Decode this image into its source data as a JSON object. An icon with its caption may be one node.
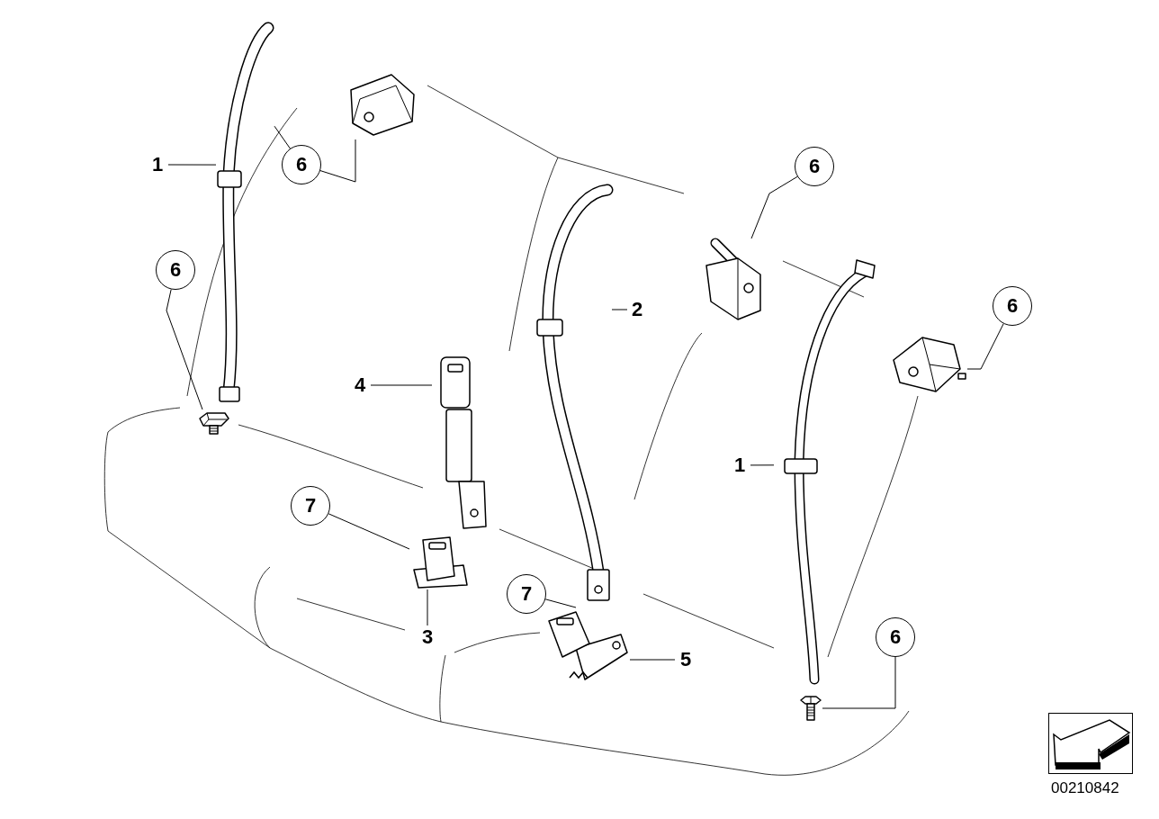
{
  "diagram": {
    "nodes": [
      {
        "text": [
          "1"
        ]
      },
      {
        "text": [],
        "shape": "picture"
      },
      {
        "text": [
          "6"
        ]
      },
      {
        "text": [],
        "shape": "picture"
      },
      {
        "text": [
          "6"
        ]
      },
      {
        "text": [],
        "shape": "picture"
      },
      {
        "text": [
          "6"
        ]
      },
      {
        "text": [],
        "shape": "picture"
      },
      {
        "text": [
          "2"
        ]
      },
      {
        "text": [],
        "shape": "picture"
      },
      {
        "text": [
          "6"
        ]
      },
      {
        "text": [],
        "shape": "picture"
      },
      {
        "text": [
          "4"
        ]
      },
      {
        "text": [],
        "shape": "picture"
      },
      {
        "text": [
          "1"
        ]
      },
      {
        "text": [],
        "shape": "picture"
      },
      {
        "text": [
          "7"
        ]
      },
      {
        "text": [],
        "shape": "picture"
      },
      {
        "text": [
          "3"
        ]
      },
      {
        "text": [
          "7"
        ]
      },
      {
        "text": [],
        "shape": "picture"
      },
      {
        "text": [
          "5"
        ]
      },
      {
        "text": [
          "6"
        ]
      },
      {
        "text": [],
        "shape": "picture"
      }
    ],
    "edges": [
      {
        "from": 0,
        "to": 1,
        "arrow": "none"
      },
      {
        "from": 2,
        "to": 3,
        "arrow": "none"
      },
      {
        "from": 2,
        "to": 1,
        "arrow": "none"
      },
      {
        "from": 4,
        "to": 5,
        "arrow": "none"
      },
      {
        "from": 6,
        "to": 7,
        "arrow": "none"
      },
      {
        "from": 8,
        "to": 9,
        "arrow": "none"
      },
      {
        "from": 10,
        "to": 11,
        "arrow": "none"
      },
      {
        "from": 12,
        "to": 13,
        "arrow": "none"
      },
      {
        "from": 14,
        "to": 15,
        "arrow": "none"
      },
      {
        "from": 16,
        "to": 17,
        "arrow": "none"
      },
      {
        "from": 18,
        "to": 17,
        "arrow": "none"
      },
      {
        "from": 19,
        "to": 20,
        "arrow": "none"
      },
      {
        "from": 21,
        "to": 20,
        "arrow": "none"
      },
      {
        "from": 22,
        "to": 23,
        "arrow": "none"
      }
    ],
    "labels": [
      "00210842"
    ]
  }
}
